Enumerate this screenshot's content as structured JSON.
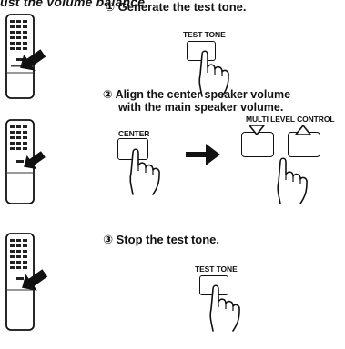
{
  "heading": "ust the volume balance.",
  "steps": [
    {
      "number": "①",
      "text": "Generate the test tone.",
      "button_label": "TEST TONE"
    },
    {
      "number": "②",
      "text_line1": "Align the center speaker volume",
      "text_line2": "with the main speaker volume.",
      "center_label": "CENTER",
      "control_label": "MULTI LEVEL CONTROL"
    },
    {
      "number": "③",
      "text": "Stop the test tone.",
      "button_label": "TEST TONE"
    }
  ],
  "icons": {
    "remote": "remote-control-icon",
    "press_arrow": "press-arrow-icon",
    "finger": "finger-press-icon",
    "flow_arrow": "right-arrow-icon",
    "down_triangle": "down-triangle-icon",
    "up_triangle": "up-triangle-icon"
  }
}
